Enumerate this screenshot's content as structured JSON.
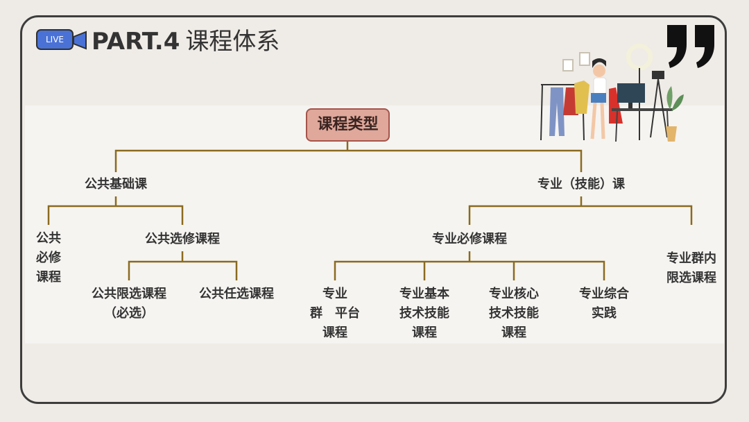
{
  "header": {
    "badge": "LIVE",
    "title_part": "PART.4",
    "title_text": "课程体系"
  },
  "diagram": {
    "root": "课程类型",
    "public_basic": "公共基础课",
    "public_required": "公共\n必修\n课程",
    "public_elective": "公共选修课程",
    "public_limited": "公共限选课程\n（必选）",
    "public_free": "公共任选课程",
    "professional": "专业（技能）课",
    "prof_required": "专业必修课程",
    "prof_group_platform": "专业\n群　平台\n课程",
    "prof_basic_skills": "专业基本\n技术技能\n课程",
    "prof_core_skills": "专业核心\n技术技能\n课程",
    "prof_practice": "专业综合\n实践",
    "prof_group_limited": "专业群内\n限选课程"
  },
  "colors": {
    "connector": "#8a6a1f",
    "root_fill": "#dfa89b",
    "root_border": "#a6544a",
    "badge": "#4a72d6"
  }
}
